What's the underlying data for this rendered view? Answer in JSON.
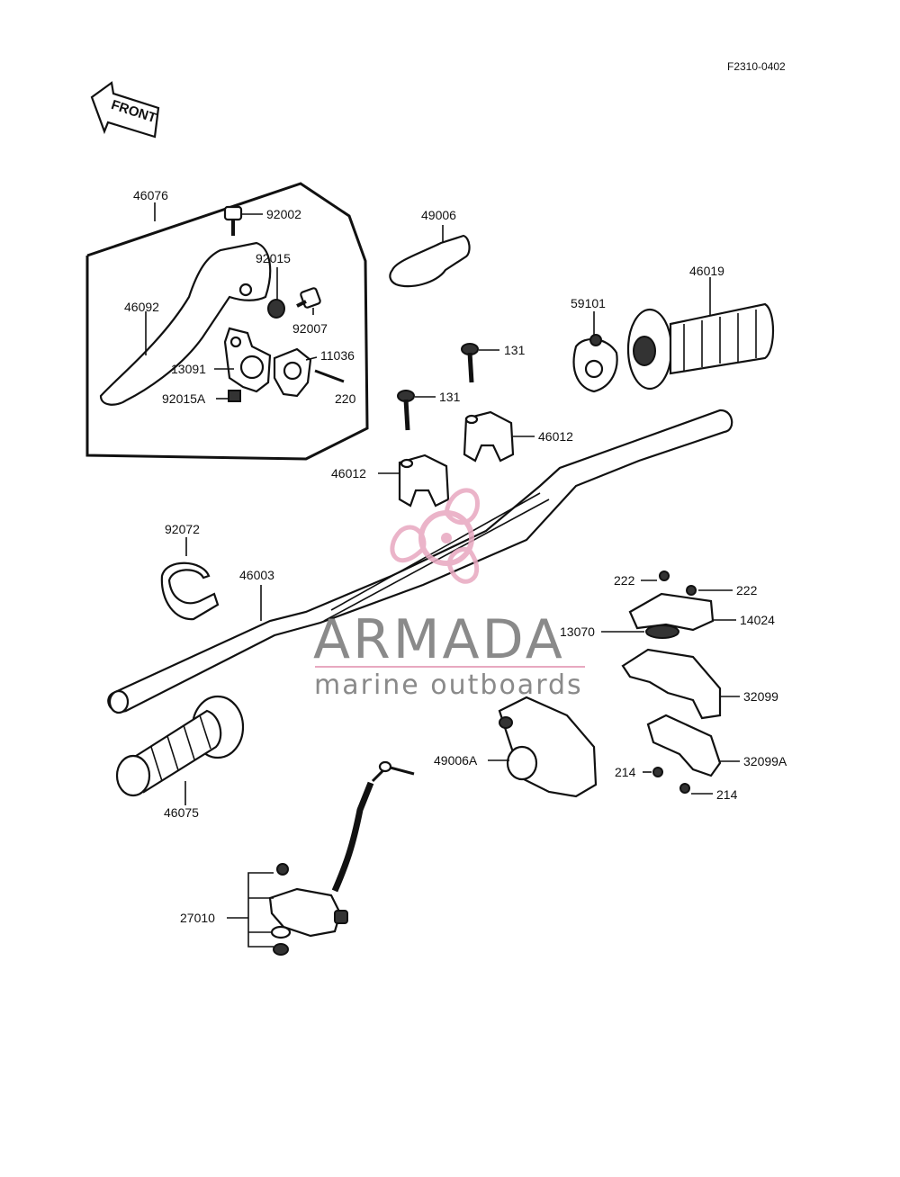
{
  "diagram": {
    "ref_code": "F2310-0402",
    "front_label": "FRONT",
    "labels": {
      "p46076": "46076",
      "p92002": "92002",
      "p92015": "92015",
      "p46092": "46092",
      "p92007": "92007",
      "p11036": "11036",
      "p13091": "13091",
      "p92015A": "92015A",
      "p220": "220",
      "p49006": "49006",
      "p46019": "46019",
      "p59101": "59101",
      "p131a": "131",
      "p131b": "131",
      "p46012a": "46012",
      "p46012b": "46012",
      "p92072": "92072",
      "p46003": "46003",
      "p222a": "222",
      "p222b": "222",
      "p13070": "13070",
      "p14024": "14024",
      "p32099": "32099",
      "p49006A": "49006A",
      "p32099A": "32099A",
      "p214a": "214",
      "p214b": "214",
      "p46075": "46075",
      "p27010": "27010"
    }
  },
  "watermark": {
    "brand": "ARMADA",
    "tagline": "marine outboards",
    "brand_color": "#8a8a8a",
    "logo_color": "#e8a8c0"
  }
}
